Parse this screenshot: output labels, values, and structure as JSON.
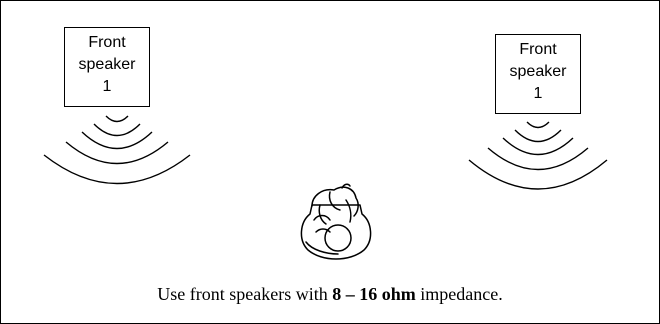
{
  "speakers": {
    "left": {
      "line1": "Front",
      "line2": "speaker",
      "line3": "1"
    },
    "right": {
      "line1": "Front",
      "line2": "speaker",
      "line3": "1"
    }
  },
  "caption": {
    "prefix": "Use front speakers with ",
    "bold": "8 – 16 ohm",
    "suffix": " impedance."
  },
  "icons": [
    "sound-waves-icon",
    "listener-icon"
  ],
  "colors": {
    "line": "#000000",
    "background": "#ffffff"
  }
}
